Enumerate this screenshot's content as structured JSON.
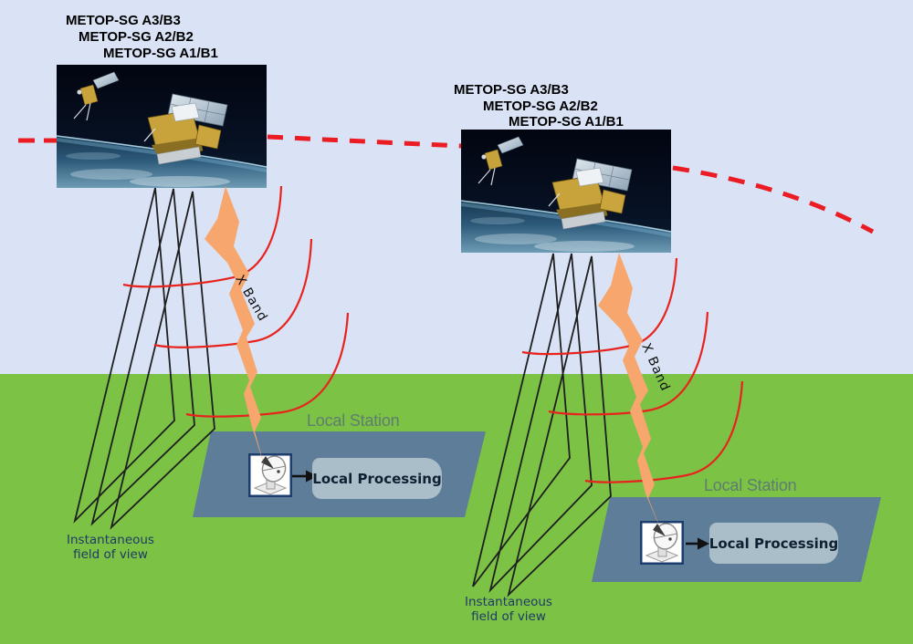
{
  "diagram": {
    "left_group": {
      "satellite_labels": [
        "METOP-SG A3/B3",
        "METOP-SG A2/B2",
        "METOP-SG A1/B1"
      ],
      "band_label": "X Band",
      "fov_label_line1": "Instantaneous",
      "fov_label_line2": "field of view",
      "station_name": "Local Station",
      "processing_label": "Local Processing"
    },
    "right_group": {
      "satellite_labels": [
        "METOP-SG A3/B3",
        "METOP-SG A2/B2",
        "METOP-SG A1/B1"
      ],
      "band_label": "X Band",
      "fov_label_line1": "Instantaneous",
      "fov_label_line2": "field of view",
      "station_name": "Local Station",
      "processing_label": "Local Processing"
    }
  },
  "colors": {
    "sky": "#d9e3f5",
    "ground": "#7cc345",
    "platform": "#5d7d98",
    "signal_arc_red": "#e8231e",
    "orbit_dash_red": "#ec1c24",
    "downlink_bolt_orange": "#f7a66e",
    "beam_line": "#1f1f1f",
    "processing_box": "#a9bec9",
    "processing_text": "#0f2033",
    "fov_text_navy": "#1e3a66",
    "station_text": "#5e7d6f",
    "dish_box_border": "#1c3e6e"
  }
}
